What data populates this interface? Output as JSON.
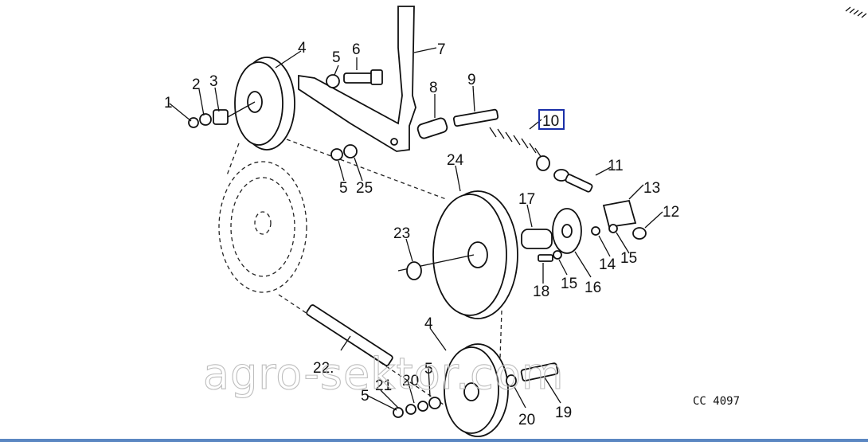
{
  "diagram": {
    "part_labels": [
      "1",
      "2",
      "3",
      "4",
      "5",
      "6",
      "7",
      "8",
      "9",
      "10",
      "11",
      "13",
      "12",
      "24",
      "25",
      "5",
      "17",
      "23",
      "14",
      "15",
      "15",
      "16",
      "18",
      "4",
      "22.",
      "5",
      "21",
      "20",
      "5",
      "20",
      "19"
    ],
    "highlighted_label": "10",
    "reference_code": "CC 4097",
    "watermark": "agro-sektor.com"
  }
}
